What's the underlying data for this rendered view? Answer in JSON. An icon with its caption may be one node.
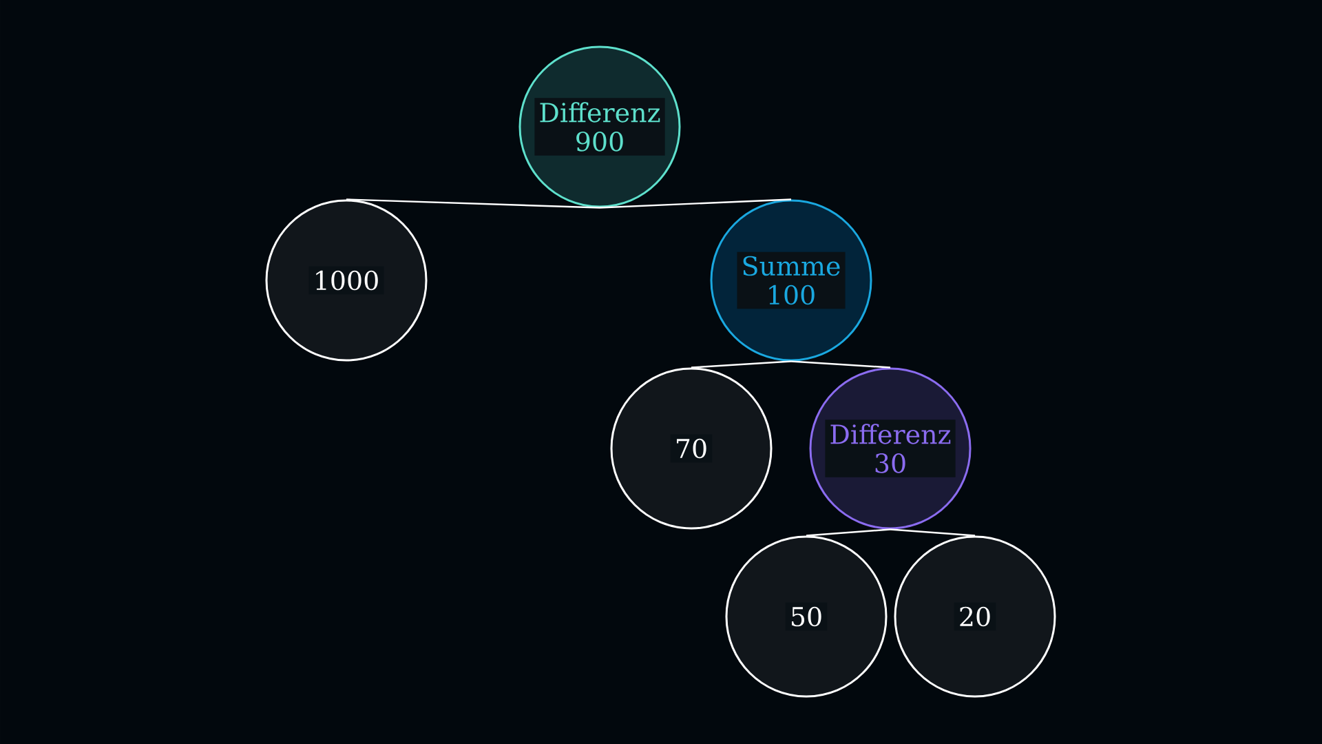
{
  "diagram": {
    "nodes": [
      {
        "text": [
          "Differenz",
          "900"
        ]
      },
      {
        "text": [
          "1000"
        ]
      },
      {
        "text": [
          "Summe",
          "100"
        ]
      },
      {
        "text": [
          "70"
        ]
      },
      {
        "text": [
          "Differenz",
          "30"
        ]
      },
      {
        "text": [
          "50"
        ]
      },
      {
        "text": [
          "20"
        ]
      }
    ],
    "edges": [
      {
        "from": 0,
        "to": 1,
        "arrow": "none"
      },
      {
        "from": 0,
        "to": 2,
        "arrow": "none"
      },
      {
        "from": 2,
        "to": 3,
        "arrow": "none"
      },
      {
        "from": 2,
        "to": 4,
        "arrow": "none"
      },
      {
        "from": 4,
        "to": 5,
        "arrow": "none"
      },
      {
        "from": 4,
        "to": 6,
        "arrow": "none"
      }
    ]
  }
}
